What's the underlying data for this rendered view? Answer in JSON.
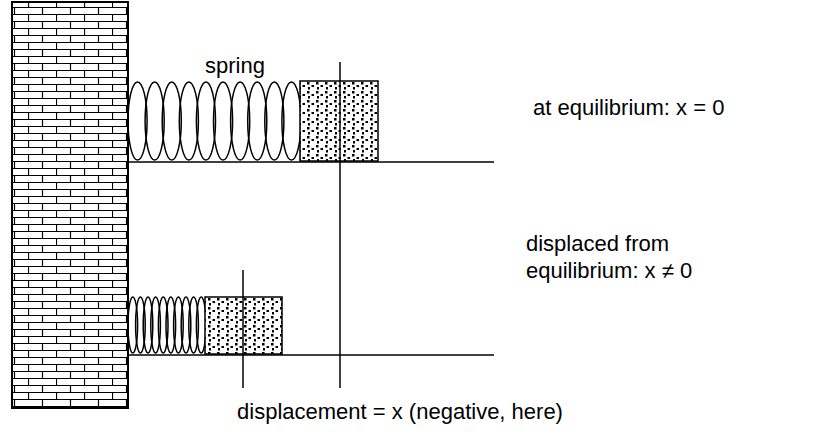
{
  "diagram": {
    "labels": [
      "spring",
      "at equilibrium: x = 0",
      "displaced from equilibrium: x ≠ 0",
      "displacement = x (negative, here)"
    ]
  }
}
